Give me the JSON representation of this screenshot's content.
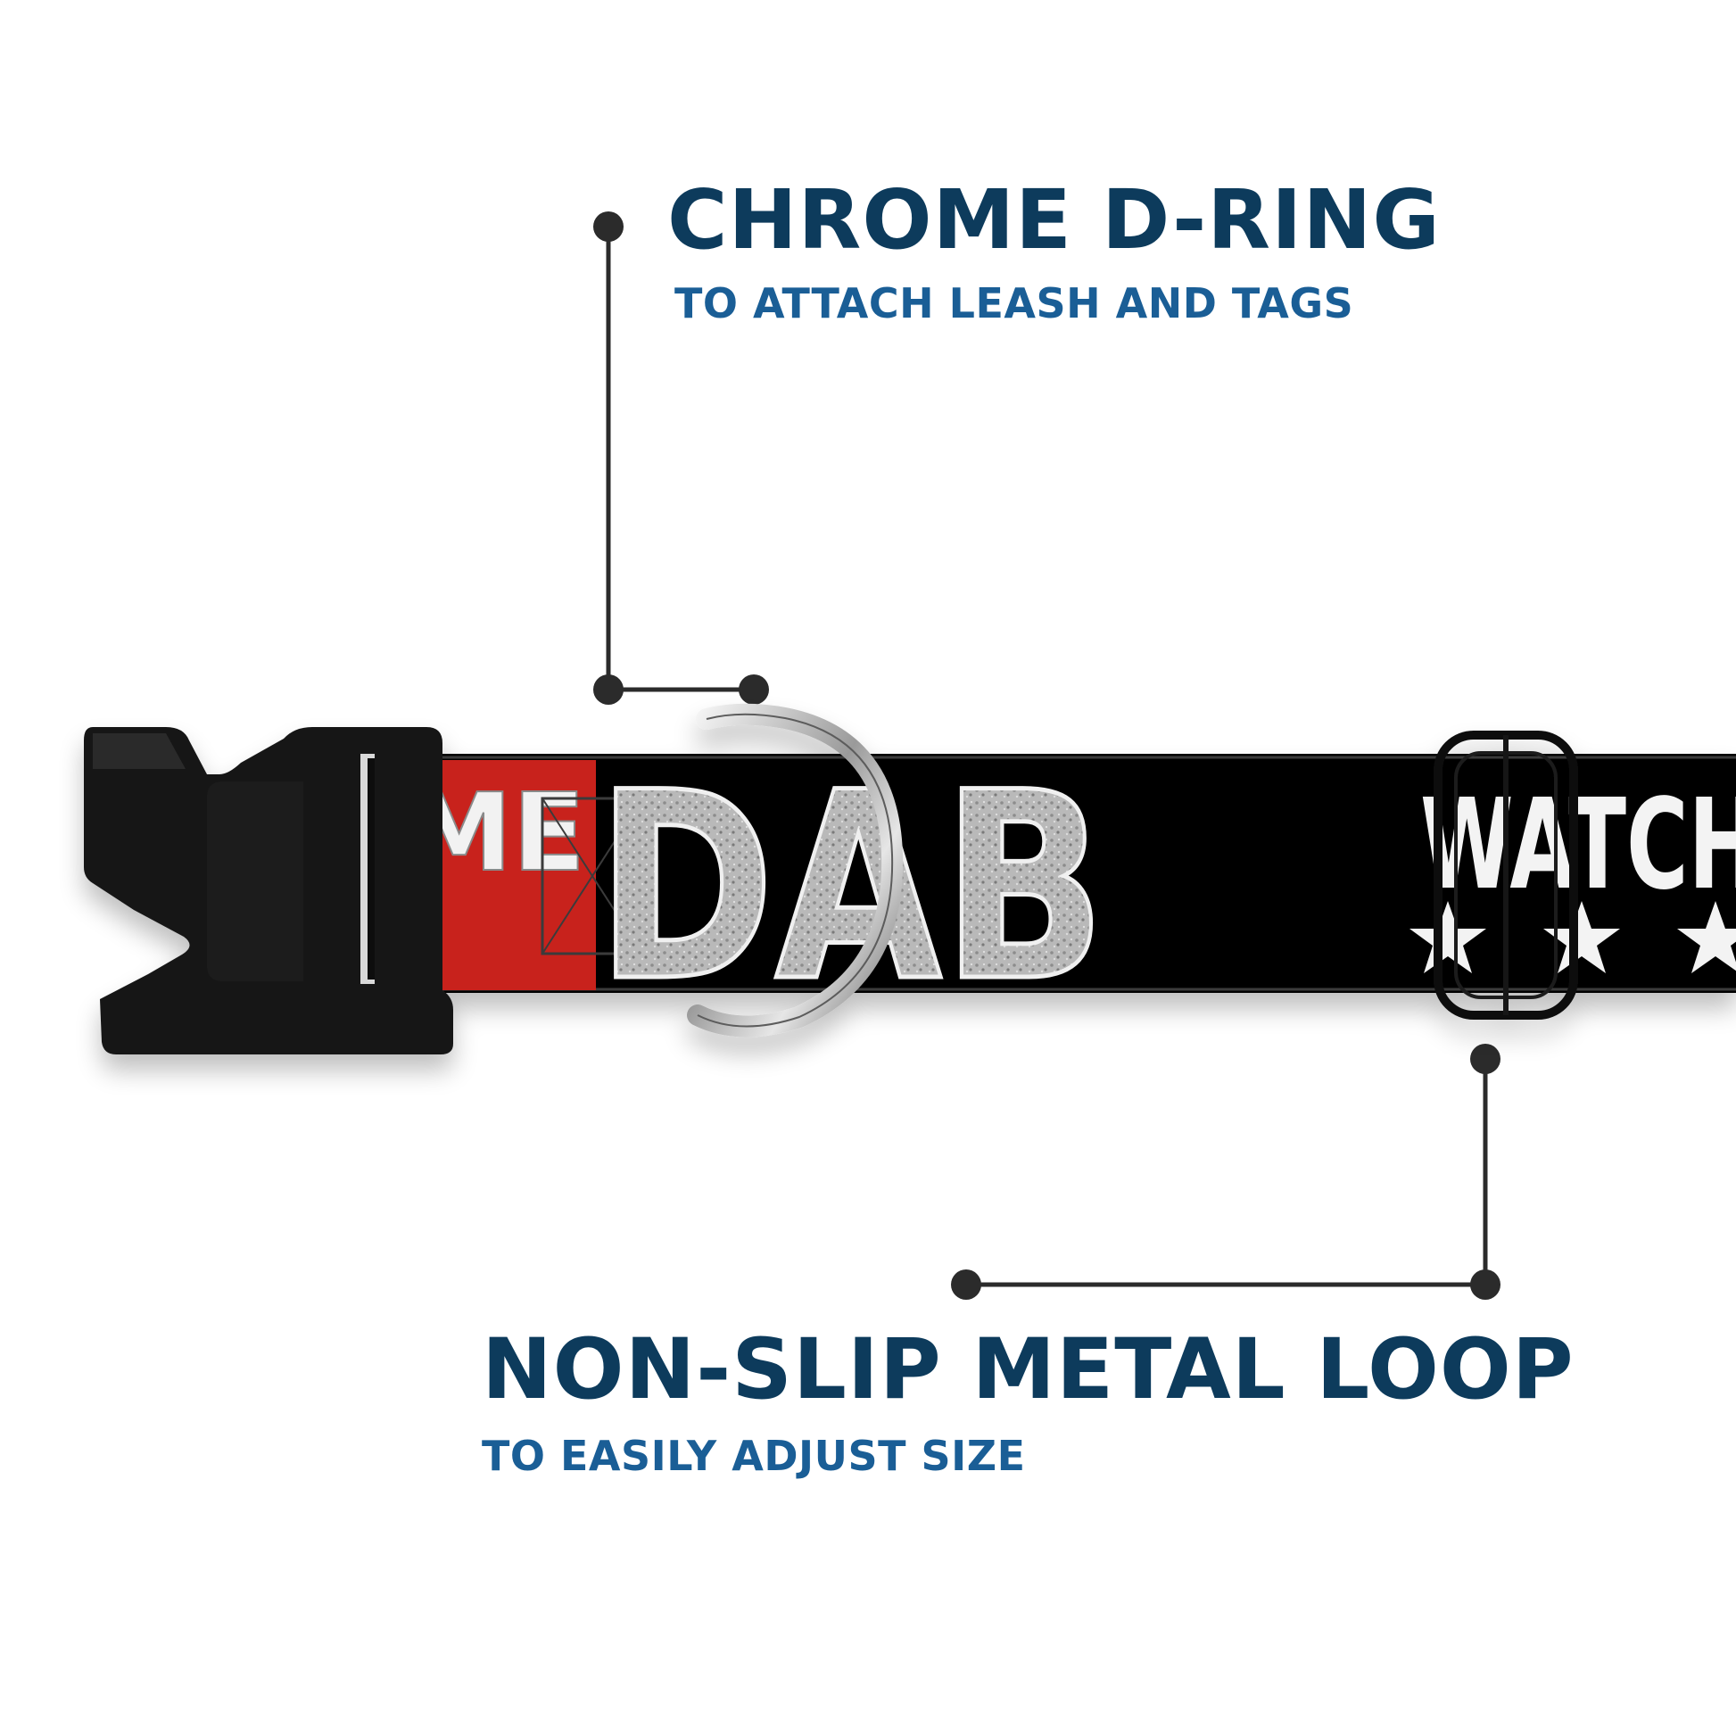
{
  "callouts": {
    "d_ring": {
      "title": "CHROME D-RING",
      "subtitle": "TO ATTACH LEASH AND TAGS"
    },
    "loop": {
      "title": "NON-SLIP METAL LOOP",
      "subtitle": "TO EASILY ADJUST SIZE"
    }
  },
  "collar": {
    "red_panel_text": "ME",
    "main_text": "DAB",
    "right_text": "WATCH",
    "star_icon": "star"
  },
  "colors": {
    "title": "#0d3b5c",
    "subtitle": "#1a5e96",
    "collar_black": "#050505",
    "collar_red": "#c8231e",
    "leader_line": "#2b2b2b"
  }
}
